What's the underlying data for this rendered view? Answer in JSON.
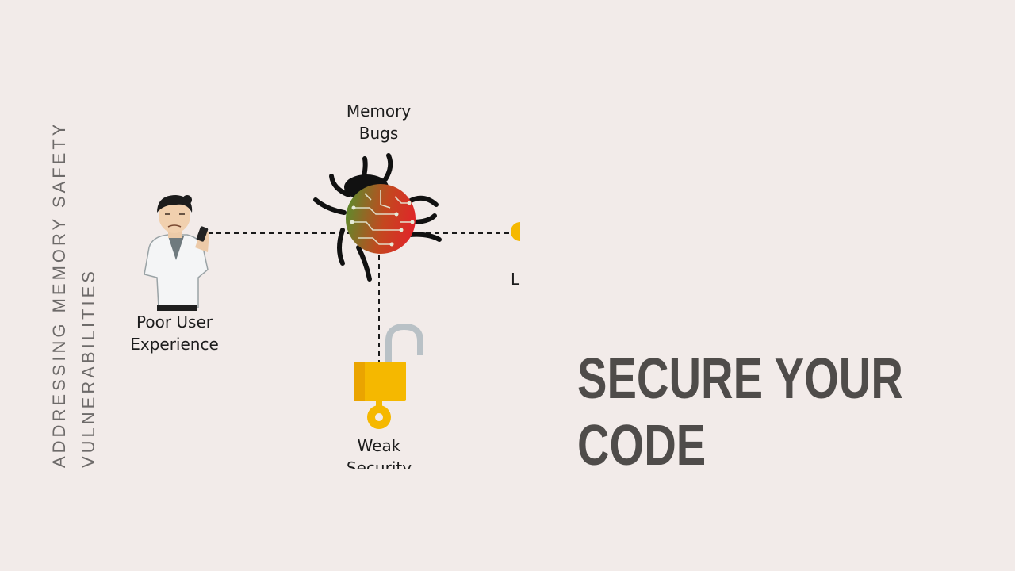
{
  "side_title": {
    "line1": "ADDRESSING MEMORY SAFETY",
    "line2": "VULNERABILITIES"
  },
  "diagram": {
    "center": {
      "line1": "Memory",
      "line2": "Bugs"
    },
    "left": {
      "line1": "Poor User",
      "line2": "Experience"
    },
    "bottom": {
      "line1": "Weak",
      "line2": "Security"
    },
    "right": {
      "line1": "L"
    }
  },
  "headline": {
    "line1": "SECURE YOUR",
    "line2": "CODE"
  },
  "colors": {
    "background": "#f2ebe9",
    "lock": "#f5b800",
    "headline": "#4f4c4a"
  },
  "icons": [
    "person-icon",
    "bug-icon",
    "padlock-icon",
    "key-icon"
  ]
}
